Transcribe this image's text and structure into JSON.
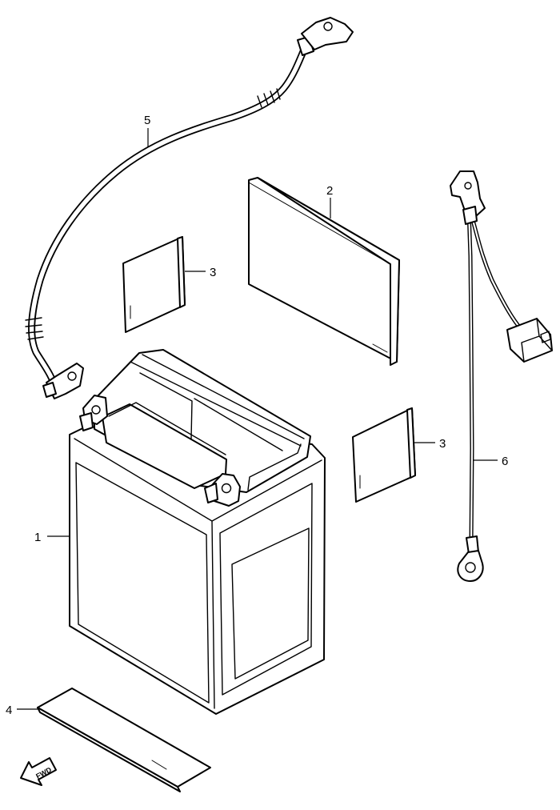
{
  "diagram": {
    "callouts": [
      {
        "id": "1",
        "label": "1"
      },
      {
        "id": "2",
        "label": "2"
      },
      {
        "id": "3a",
        "label": "3"
      },
      {
        "id": "3b",
        "label": "3"
      },
      {
        "id": "4",
        "label": "4"
      },
      {
        "id": "5",
        "label": "5"
      },
      {
        "id": "6",
        "label": "6"
      }
    ],
    "fwd_label": "FWD"
  }
}
